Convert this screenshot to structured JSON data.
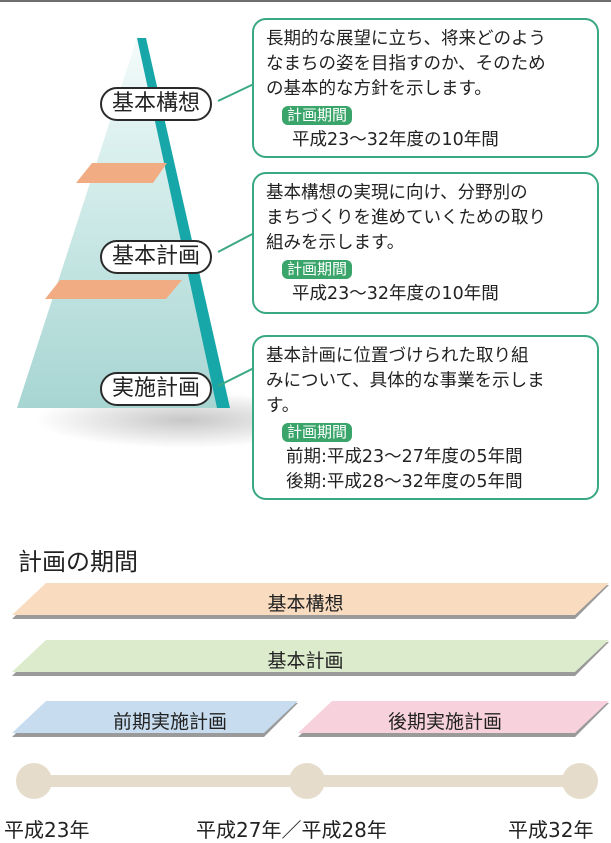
{
  "levels": [
    {
      "name": "基本構想",
      "description": [
        "長期的な展望に立ち、将来どのよう",
        "なまちの姿を目指すのか、そのため",
        "の基本的な方針を示します。"
      ],
      "period_tag": "計画期間",
      "periods": [
        "平成23〜32年度の10年間"
      ]
    },
    {
      "name": "基本計画",
      "description": [
        "基本構想の実現に向け、分野別の",
        "まちづくりを進めていくための取り",
        "組みを示します。"
      ],
      "period_tag": "計画期間",
      "periods": [
        "平成23〜32年度の10年間"
      ]
    },
    {
      "name": "実施計画",
      "description": [
        "基本計画に位置づけられた取り組",
        "みについて、具体的な事業を示しま",
        "す。"
      ],
      "period_tag": "計画期間",
      "periods": [
        "前期:平成23〜27年度の5年間",
        "後期:平成28〜32年度の5年間"
      ]
    }
  ],
  "timeline": {
    "title": "計画の期間",
    "bars": [
      {
        "label": "基本構想",
        "color": "#f9dcc0"
      },
      {
        "label": "基本計画",
        "color": "#dcebcc"
      },
      {
        "label": "前期実施計画",
        "color": "#c7dcef"
      },
      {
        "label": "後期実施計画",
        "color": "#f7d2dc"
      }
    ],
    "points": [
      "平成23年",
      "平成27年／平成28年",
      "平成32年"
    ],
    "line_color": "#e5dccb"
  },
  "colors": {
    "pyramid_top": "#e8f5f3",
    "pyramid_bottom": "#a9d6d3",
    "pyramid_side": "#16a6a8",
    "divider": "#f2ac84",
    "callout_border": "#3aa880",
    "tag": "#3aa56a"
  }
}
